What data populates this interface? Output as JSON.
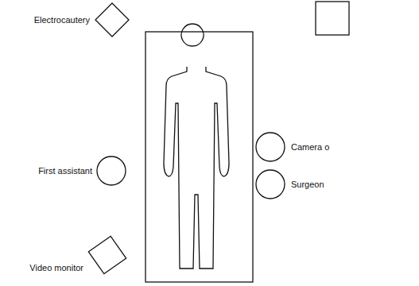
{
  "diagram": {
    "nodes": [
      {
        "text": [
          "Electrocautery"
        ]
      },
      {
        "text": [
          "Camera o"
        ]
      },
      {
        "text": [
          "First assistant"
        ]
      },
      {
        "text": [
          "Surgeon"
        ]
      },
      {
        "text": [
          "Video monitor"
        ]
      }
    ]
  }
}
